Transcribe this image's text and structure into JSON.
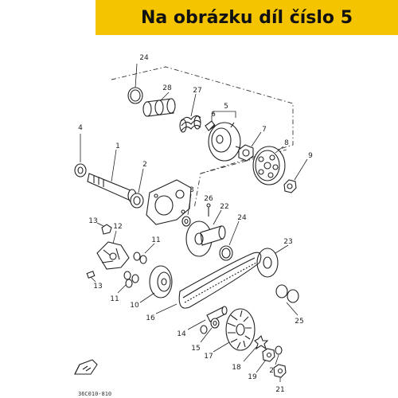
{
  "banner": {
    "text": "Na obrázku díl číslo 5"
  },
  "diagram": {
    "code": "36C010-810",
    "labels": {
      "l1": "1",
      "l2": "2",
      "l3": "3",
      "l4": "4",
      "l5": "5",
      "l6": "6",
      "l7": "7",
      "l8": "8",
      "l9": "9",
      "l10": "10",
      "l11a": "11",
      "l11b": "11",
      "l12": "12",
      "l13a": "13",
      "l13b": "13",
      "l14": "14",
      "l15": "15",
      "l16": "16",
      "l17": "17",
      "l18": "18",
      "l19": "19",
      "l20": "20",
      "l21": "21",
      "l22": "22",
      "l23": "23",
      "l24a": "24",
      "l24b": "24",
      "l25": "25",
      "l26": "26",
      "l27": "27",
      "l28": "28"
    }
  },
  "colors": {
    "banner": "#f5c400",
    "ink": "#222222"
  }
}
